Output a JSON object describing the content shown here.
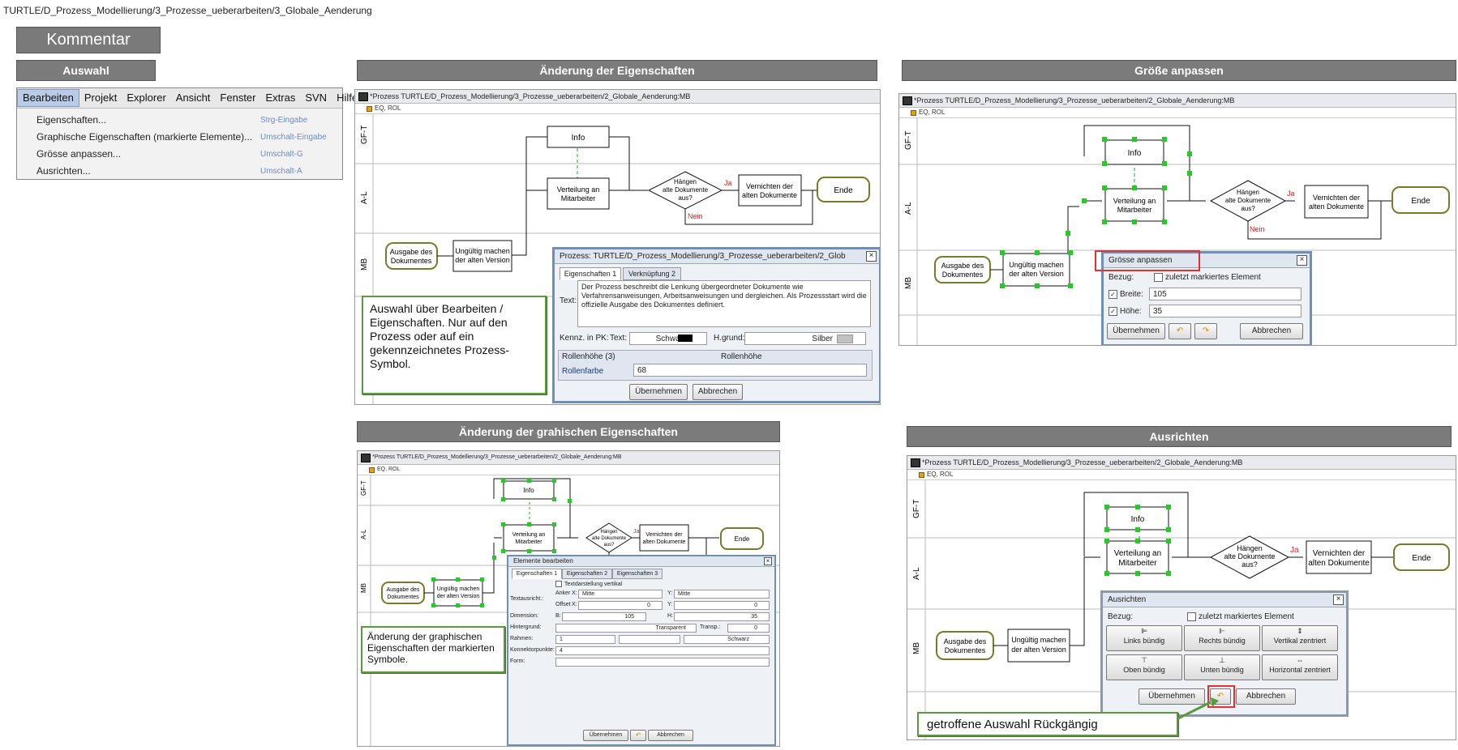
{
  "breadcrumb": "TURTLE/D_Prozess_Modellierung/3_Prozesse_ueberarbeiten/3_Globale_Aenderung",
  "kommentar_label": "Kommentar",
  "sections": {
    "auswahl": "Auswahl",
    "eigenschaften": "Änderung der Eigenschaften",
    "groesse": "Größe anpassen",
    "grafisch": "Änderung der grahischen Eigenschaften",
    "ausrichten": "Ausrichten"
  },
  "menu": {
    "bar": [
      "Bearbeiten",
      "Projekt",
      "Explorer",
      "Ansicht",
      "Fenster",
      "Extras",
      "SVN",
      "Hilfe"
    ],
    "items": [
      {
        "label": "Eigenschaften...",
        "shortcut": "Strg-Eingabe"
      },
      {
        "label": "Graphische Eigenschaften (markierte Elemente)...",
        "shortcut": "Umschalt-Eingabe"
      },
      {
        "label": "Grösse anpassen...",
        "shortcut": "Umschalt-G"
      },
      {
        "label": "Ausrichten...",
        "shortcut": "Umschalt-A"
      }
    ]
  },
  "window": {
    "title": "*Prozess TURTLE/D_Prozess_Modellierung/3_Prozesse_ueberarbeiten/2_Globale_Aenderung:MB",
    "subtitle": "EQ, ROL"
  },
  "diagram": {
    "lanes": [
      "GF-T",
      "A-L",
      "MB"
    ],
    "info": "Info",
    "verteilung": [
      "Verteilung an",
      "Mitarbeiter"
    ],
    "haengen": [
      "Hängen",
      "alte Dokumente",
      "aus?"
    ],
    "ja": "Ja",
    "nein": "Nein",
    "vernichten": [
      "Vernichten der",
      "alten Dokumente"
    ],
    "ende": "Ende",
    "ausgabe": [
      "Ausgabe des",
      "Dokumentes"
    ],
    "ungueltig": [
      "Ungültig machen",
      "der alten Version"
    ]
  },
  "dialog_eigenschaften": {
    "title": "Prozess: TURTLE/D_Prozess_Modellierung/3_Prozesse_ueberarbeiten/2_Glob",
    "tab1": "Eigenschaften 1",
    "tab2": "Verknüpfung 2",
    "text_label": "Text:",
    "text": "Der Prozess beschreibt die Lenkung übergeordneter Dokumente wie Verfahrensanweisungen, Arbeitsanweisungen und dergleichen. Als Prozessstart wird die offizielle Ausgabe des Dokumentes definiert.",
    "kennz_label": "Kennz. in PK:",
    "text2_label": "Text:",
    "text_color": "Schwarz",
    "hgrund_label": "H.grund:",
    "hgrund_color": "Silber",
    "rollenhoehe_group": "Rollenhöhe (3)",
    "rollenhoehe_header": "Rollenhöhe",
    "rollenfarbe": "Rollenfarbe",
    "value": "68",
    "ok": "Übernehmen",
    "cancel": "Abbrechen"
  },
  "note_eigenschaften": "Auswahl über Bearbeiten / Eigenschaften. Nur auf den Prozess oder auf ein gekennzeichnetes Prozess-Symbol.",
  "dialog_groesse": {
    "title": "Grösse anpassen",
    "bezug_label": "Bezug:",
    "zuletzt": "zuletzt markiertes Element",
    "breite_label": "Breite:",
    "breite": "105",
    "hoehe_label": "Höhe:",
    "hoehe": "35",
    "ok": "Übernehmen",
    "cancel": "Abbrechen"
  },
  "dialog_elemente": {
    "title": "Elemente bearbeiten",
    "tabs": [
      "Eigenschaften 1",
      "Eigenschaften 2",
      "Eigenschaften 3"
    ],
    "textdarstellung": "Textdarstellung vertikal",
    "textausricht": "Textausricht.:",
    "anker": "Anker",
    "x_label": "X:",
    "y_label": "Y:",
    "mitte_x": "Mitte",
    "mitte_y": "Mitte",
    "offset": "Offset",
    "offset_x": "0",
    "offset_y": "0",
    "dimension": "Dimension:",
    "b_label": "B:",
    "b_value": "105",
    "h_label": "H:",
    "h_value": "35",
    "hintergrund": "Hintergrund:",
    "hintergrund_value": "Transparent",
    "transp_label": "Transp.:",
    "transp_value": "0",
    "rahmen": "Rahmen:",
    "rahmen_value": "1",
    "rahmen_color": "Schwarz",
    "konnektor": "Konnektorpunkte:",
    "konnektor_value": "4",
    "form": "Form:",
    "ok": "Übernehmen",
    "cancel": "Abbrechen"
  },
  "note_grafisch": "Änderung der graphischen Eigenschaften der markierten Symbole.",
  "dialog_ausrichten": {
    "title": "Ausrichten",
    "bezug_label": "Bezug:",
    "zuletzt": "zuletzt markiertes Element",
    "buttons": [
      "Links bündig",
      "Rechts bündig",
      "Vertikal zentriert",
      "Oben bündig",
      "Unten bündig",
      "Horizontal zentriert"
    ],
    "ok": "Übernehmen",
    "cancel": "Abbrechen"
  },
  "note_ausrichten": "getroffene Auswahl Rückgängig",
  "colors": {
    "header": "#7b7b7b",
    "accent_green": "#5b9a3a",
    "highlight_red": "#e53030",
    "selection": "#22cc22",
    "dialog_border": "#6d8fb8"
  }
}
